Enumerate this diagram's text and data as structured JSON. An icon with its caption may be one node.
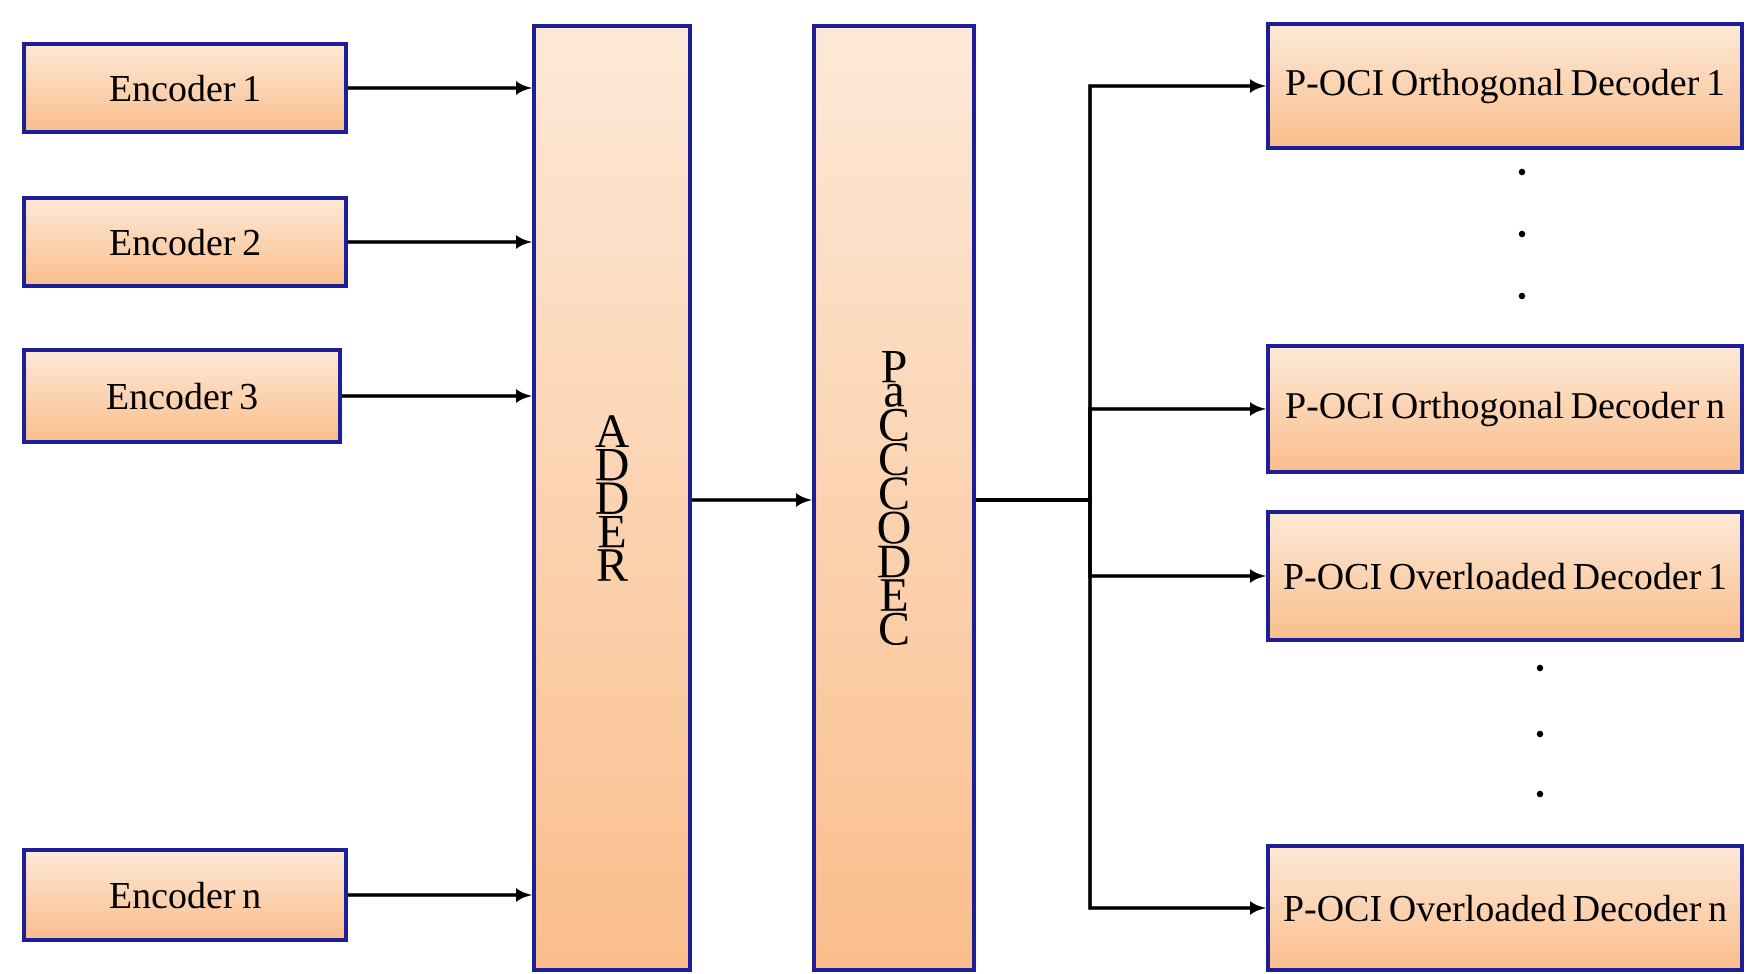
{
  "diagram": {
    "nodes": [
      {
        "text": [
          "Encoder 1"
        ]
      },
      {
        "text": [
          "Encoder 2"
        ]
      },
      {
        "text": [
          "Encoder 3"
        ]
      },
      {
        "text": [
          "Encoder n"
        ]
      },
      {
        "text": [
          "ADDER"
        ]
      },
      {
        "text": [
          "PaCC CODEC"
        ]
      },
      {
        "text": [
          "P-OCI Orthogonal Decoder 1"
        ]
      },
      {
        "text": [
          "P-OCI Orthogonal Decoder n"
        ]
      },
      {
        "text": [
          "P-OCI Overloaded Decoder 1"
        ]
      },
      {
        "text": [
          "P-OCI Overloaded Decoder n"
        ]
      }
    ],
    "edges": [
      {
        "from": 0,
        "to": 4,
        "arrow": "to"
      },
      {
        "from": 1,
        "to": 4,
        "arrow": "to"
      },
      {
        "from": 2,
        "to": 4,
        "arrow": "to"
      },
      {
        "from": 3,
        "to": 4,
        "arrow": "to"
      },
      {
        "from": 4,
        "to": 5,
        "arrow": "to"
      },
      {
        "from": 5,
        "to": 6,
        "arrow": "to"
      },
      {
        "from": 5,
        "to": 7,
        "arrow": "to"
      },
      {
        "from": 5,
        "to": 8,
        "arrow": "to"
      },
      {
        "from": 5,
        "to": 9,
        "arrow": "to"
      }
    ]
  }
}
